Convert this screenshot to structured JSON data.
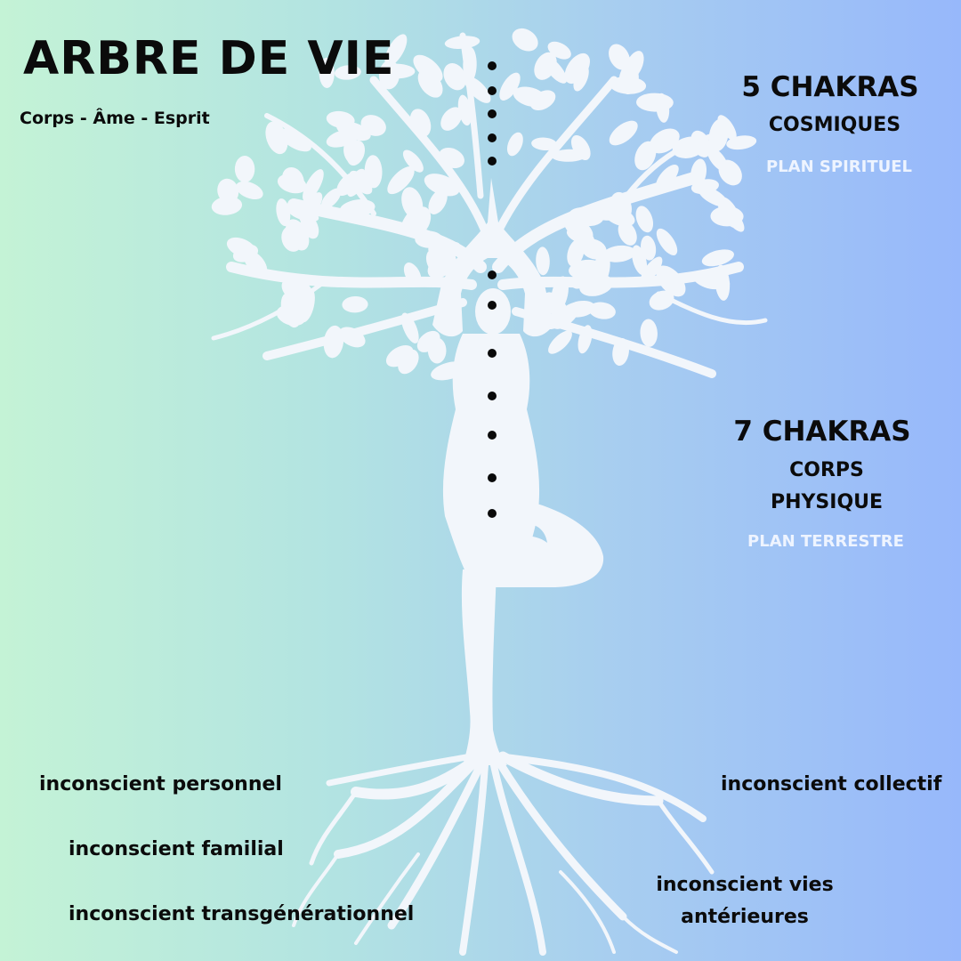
{
  "header": {
    "title": "ARBRE DE VIE",
    "subtitle": "Corps - Âme - Esprit"
  },
  "cosmic": {
    "heading": "5 CHAKRAS",
    "subheading": "COSMIQUES",
    "plane": "PLAN SPIRITUEL",
    "dot_count": 5
  },
  "physical": {
    "heading": "7 CHAKRAS",
    "subheading_line1": "CORPS",
    "subheading_line2": "PHYSIQUE",
    "plane": "PLAN TERRESTRE",
    "dot_count": 7
  },
  "roots": {
    "personnel": "inconscient personnel",
    "familial": "inconscient familial",
    "transgenerationnel": "inconscient transgénérationnel",
    "collectif": "inconscient collectif",
    "vies_line1": "inconscient vies",
    "vies_line2": "antérieures"
  },
  "colors": {
    "gradient_left": "#c4f3d6",
    "gradient_right": "#97b8fb",
    "illustration": "#f2f6fb",
    "text": "#0b0b0b",
    "plane_text": "#eef4ff"
  }
}
